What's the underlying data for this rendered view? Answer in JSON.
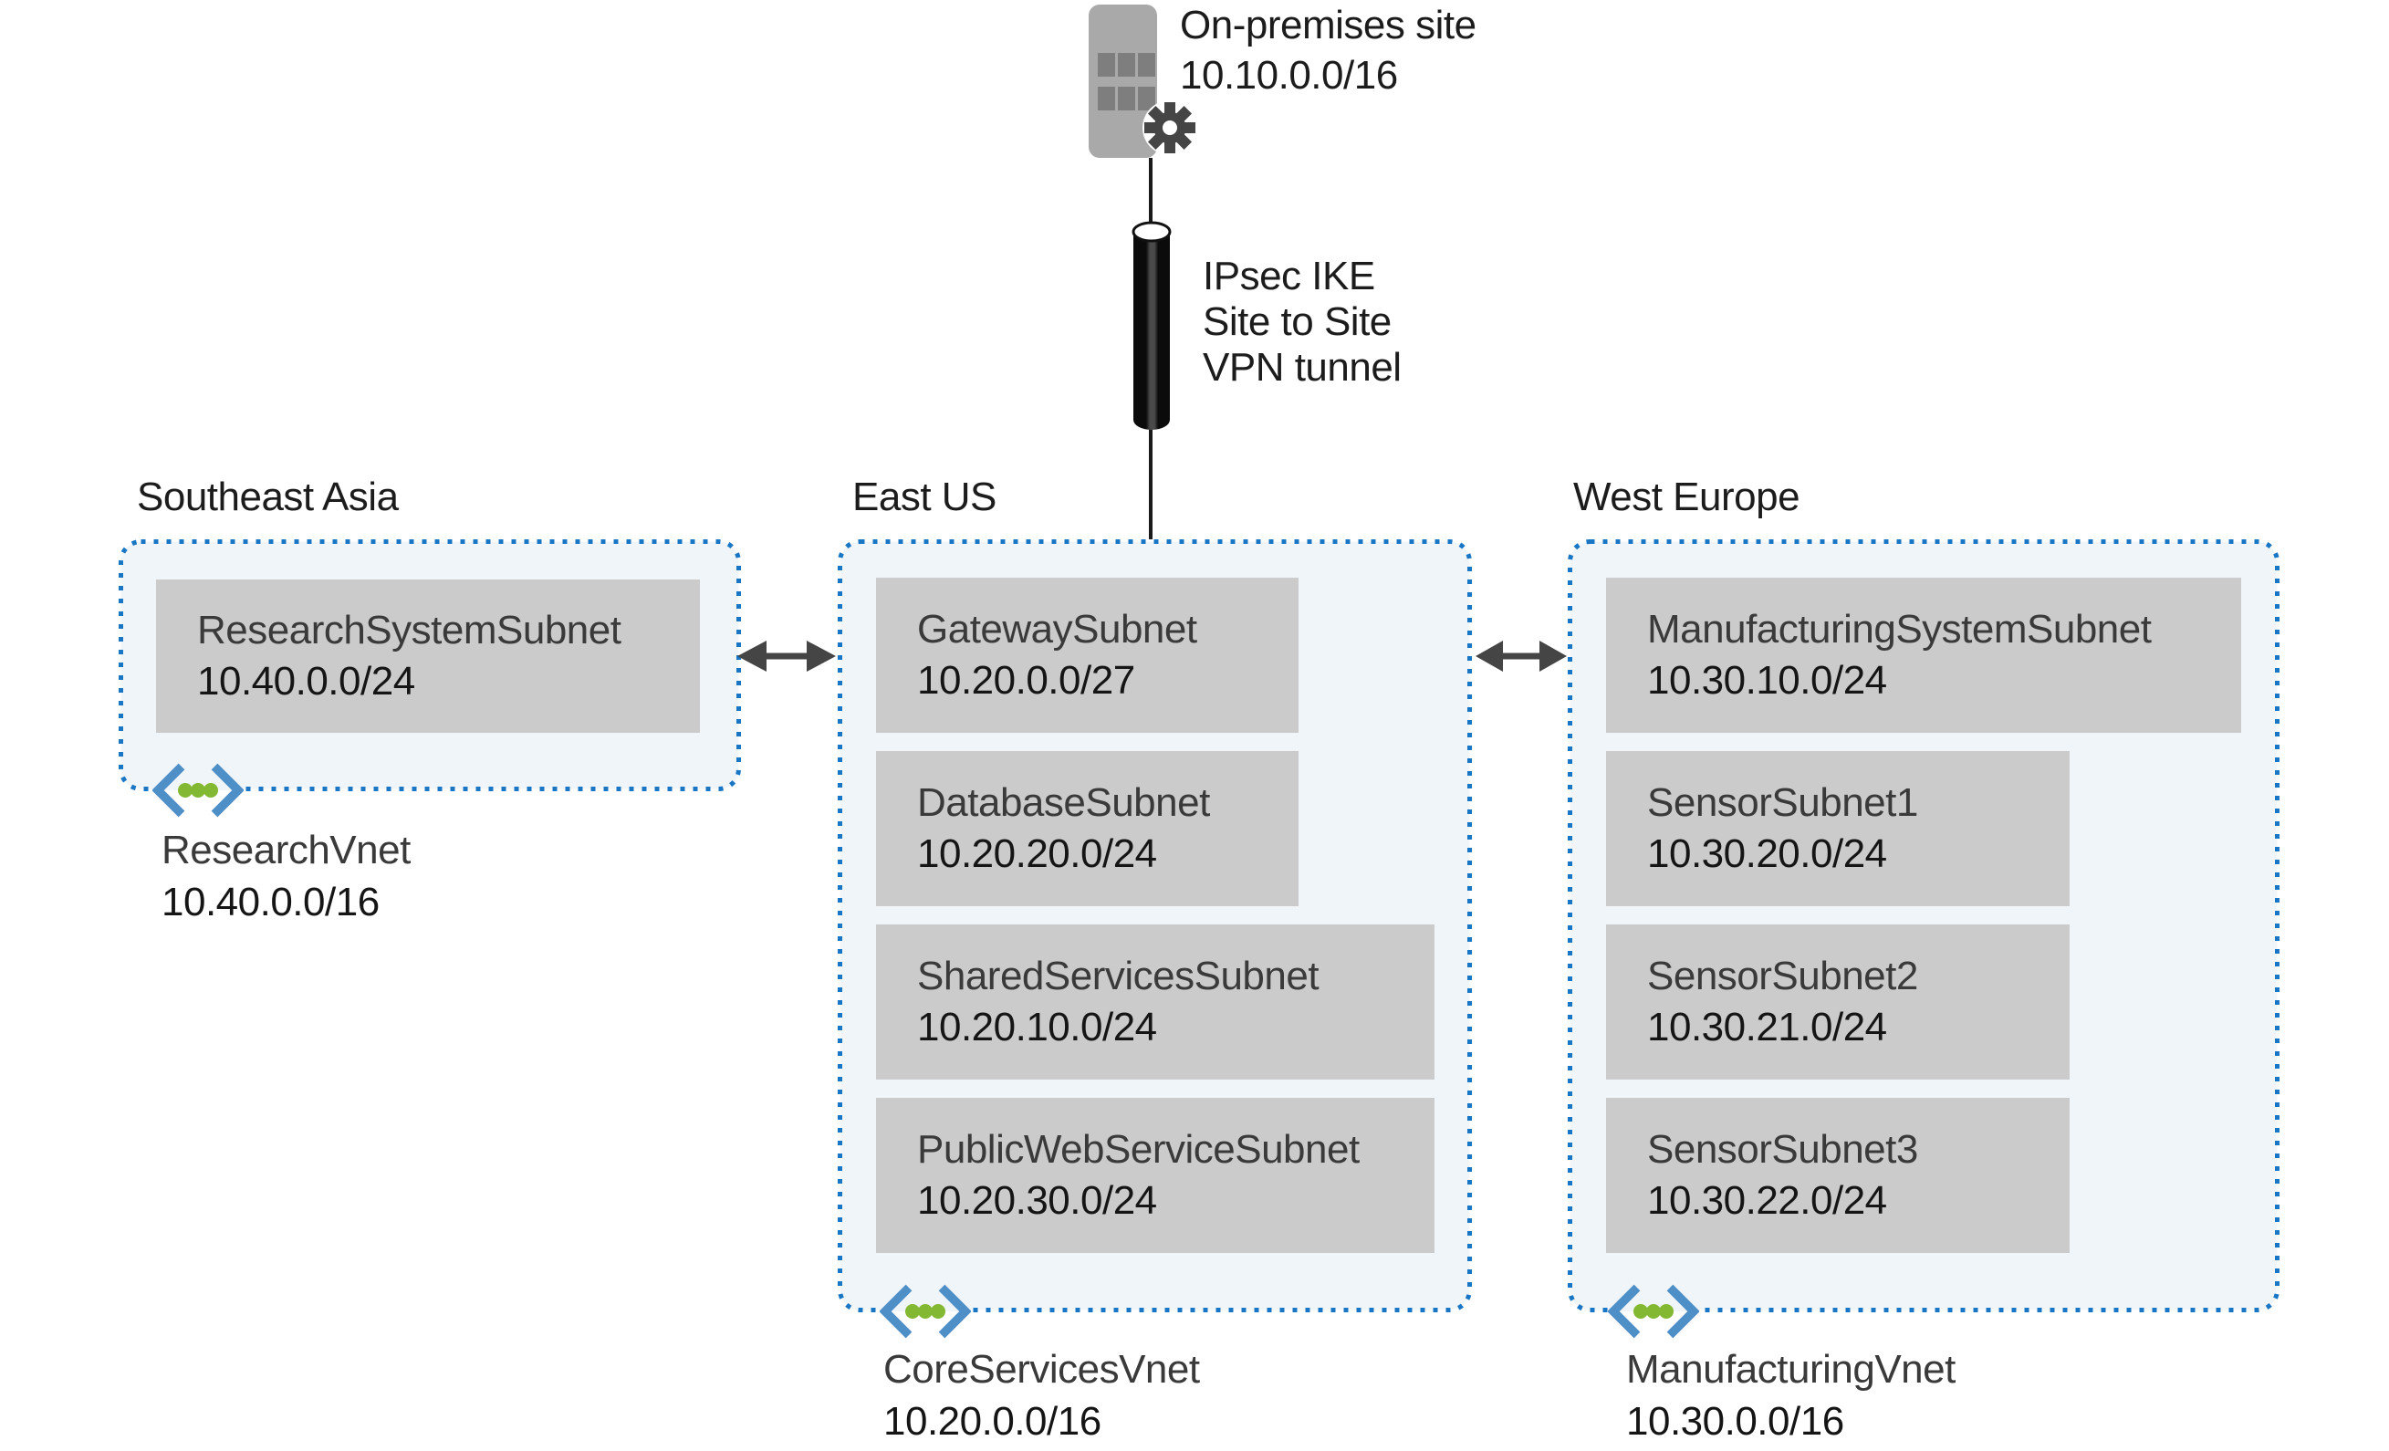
{
  "on_premises": {
    "name": "On-premises site",
    "cidr": "10.10.0.0/16"
  },
  "vpn_tunnel": {
    "line1": "IPsec IKE",
    "line2": "Site to Site",
    "line3": "VPN tunnel"
  },
  "regions": [
    {
      "name": "Southeast Asia",
      "vnet": {
        "name": "ResearchVnet",
        "cidr": "10.40.0.0/16"
      },
      "subnets": [
        {
          "name": "ResearchSystemSubnet",
          "cidr": "10.40.0.0/24"
        }
      ]
    },
    {
      "name": "East US",
      "vnet": {
        "name": "CoreServicesVnet",
        "cidr": "10.20.0.0/16"
      },
      "subnets": [
        {
          "name": "GatewaySubnet",
          "cidr": "10.20.0.0/27"
        },
        {
          "name": "DatabaseSubnet",
          "cidr": "10.20.20.0/24"
        },
        {
          "name": "SharedServicesSubnet",
          "cidr": "10.20.10.0/24"
        },
        {
          "name": "PublicWebServiceSubnet",
          "cidr": "10.20.30.0/24"
        }
      ]
    },
    {
      "name": "West Europe",
      "vnet": {
        "name": "ManufacturingVnet",
        "cidr": "10.30.0.0/16"
      },
      "subnets": [
        {
          "name": "ManufacturingSystemSubnet",
          "cidr": "10.30.10.0/24"
        },
        {
          "name": "SensorSubnet1",
          "cidr": "10.30.20.0/24"
        },
        {
          "name": "SensorSubnet2",
          "cidr": "10.30.21.0/24"
        },
        {
          "name": "SensorSubnet3",
          "cidr": "10.30.22.0/24"
        }
      ]
    }
  ],
  "colors": {
    "region_border": "#1976c5",
    "region_fill": "#f0f5fa",
    "subnet_fill": "#cbcbcb",
    "arrow": "#454545",
    "vnet_bracket": "#4f8fc8",
    "vnet_dot": "#82b832",
    "building": "#a9a9a9",
    "building_window": "#7e7e7e",
    "gear": "#454545",
    "tunnel_black": "#0b0b0b"
  }
}
